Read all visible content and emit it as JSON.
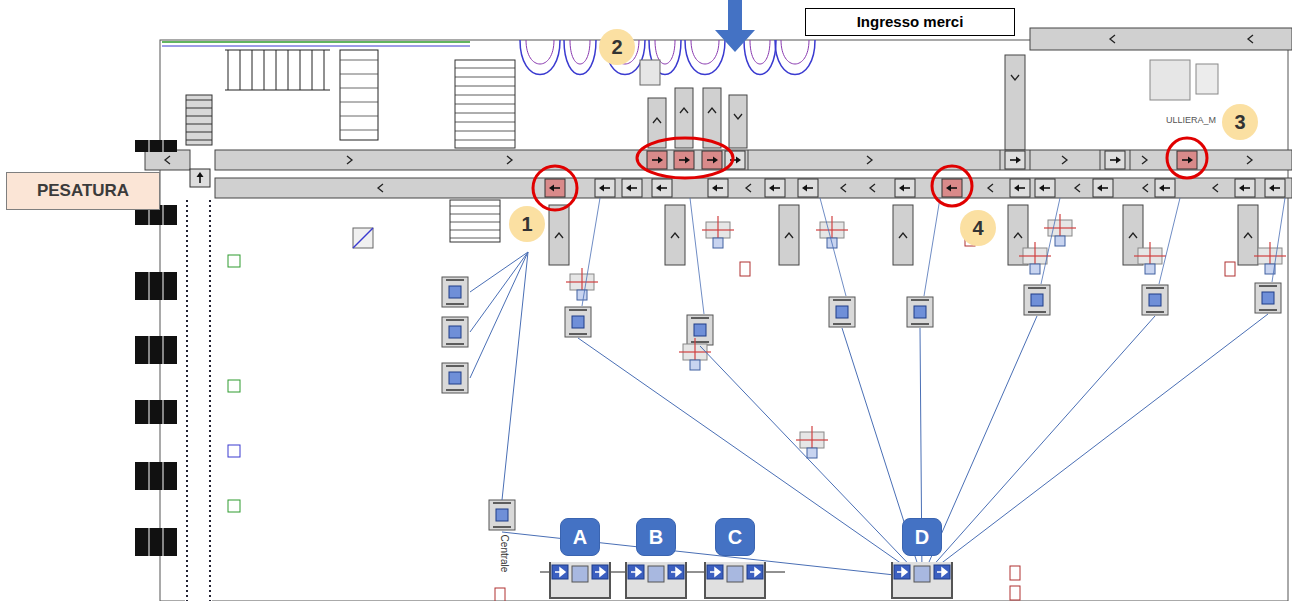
{
  "diagram": {
    "nodes": [
      {
        "text": [
          "Ingresso merci"
        ]
      },
      {
        "text": [
          "2"
        ]
      },
      {
        "text": [
          "3"
        ]
      },
      {
        "text": [
          "PESATURA"
        ]
      },
      {
        "text": [
          "1"
        ]
      },
      {
        "text": [
          "4"
        ]
      },
      {
        "text": [
          "A"
        ]
      },
      {
        "text": [
          "B"
        ]
      },
      {
        "text": [
          "C"
        ]
      },
      {
        "text": [
          "D"
        ]
      }
    ],
    "labels": [
      "ULLIERA_M",
      "Centrale"
    ]
  }
}
